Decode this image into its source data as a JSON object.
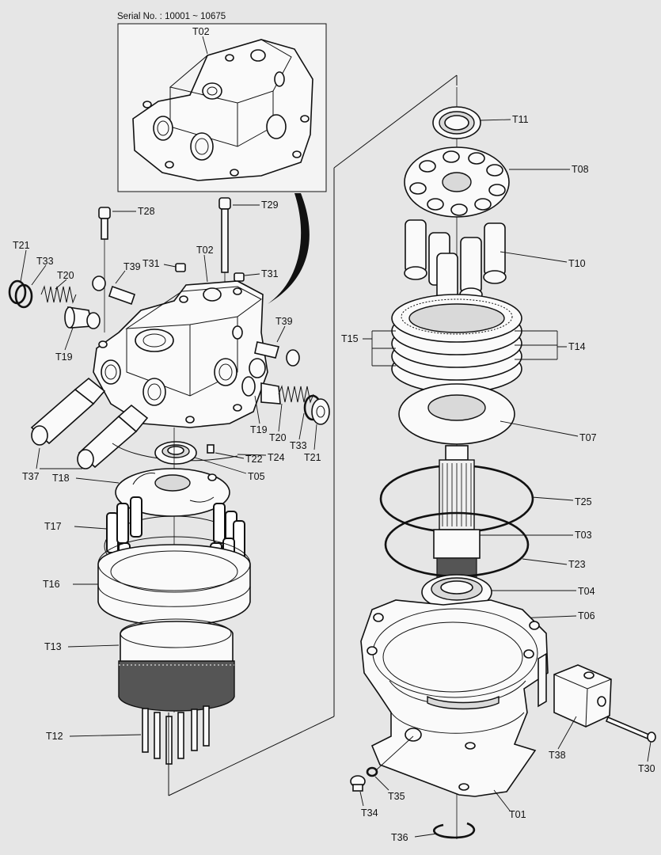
{
  "serial_text": "Serial No. : 10001 ~ 10675",
  "labels": {
    "T02_inset": "T02",
    "T28": "T28",
    "T29": "T29",
    "T21_left": "T21",
    "T33_left": "T33",
    "T20_left": "T20",
    "T39_left": "T39",
    "T31_left": "T31",
    "T02_main": "T02",
    "T31_right": "T31",
    "T19_left": "T19",
    "T39_right": "T39",
    "T19_right": "T19",
    "T20_right": "T20",
    "T33_right": "T33",
    "T21_right": "T21",
    "T37": "T37",
    "T22": "T22",
    "T24": "T24",
    "T05": "T05",
    "T18": "T18",
    "T17": "T17",
    "T16": "T16",
    "T13": "T13",
    "T12": "T12",
    "T11": "T11",
    "T08": "T08",
    "T10": "T10",
    "T15": "T15",
    "T14": "T14",
    "T07": "T07",
    "T25": "T25",
    "T03": "T03",
    "T23": "T23",
    "T04": "T04",
    "T06": "T06",
    "T38": "T38",
    "T30": "T30",
    "T35": "T35",
    "T34": "T34",
    "T01": "T01",
    "T36": "T36"
  },
  "colors": {
    "background": "#e6e6e6",
    "line": "#111111",
    "part_fill": "#fafafa",
    "shade": "#d9d9d9"
  }
}
